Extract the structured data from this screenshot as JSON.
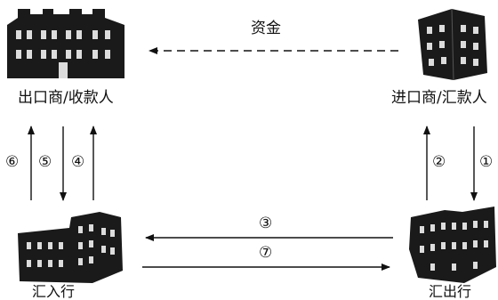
{
  "parties": {
    "exporter": "出口商/收款人",
    "importer": "进口商/汇款人"
  },
  "banks": {
    "remitting": "汇出行",
    "paying": "汇入行"
  },
  "flows": {
    "funds": "资金"
  },
  "steps": {
    "s1": "①",
    "s2": "②",
    "s3": "③",
    "s4": "④",
    "s5": "⑤",
    "s6": "⑥",
    "s7": "⑦"
  },
  "colors": {
    "ink": "#111111",
    "building": "#1a1a1a",
    "window": "#dcdcdc"
  }
}
